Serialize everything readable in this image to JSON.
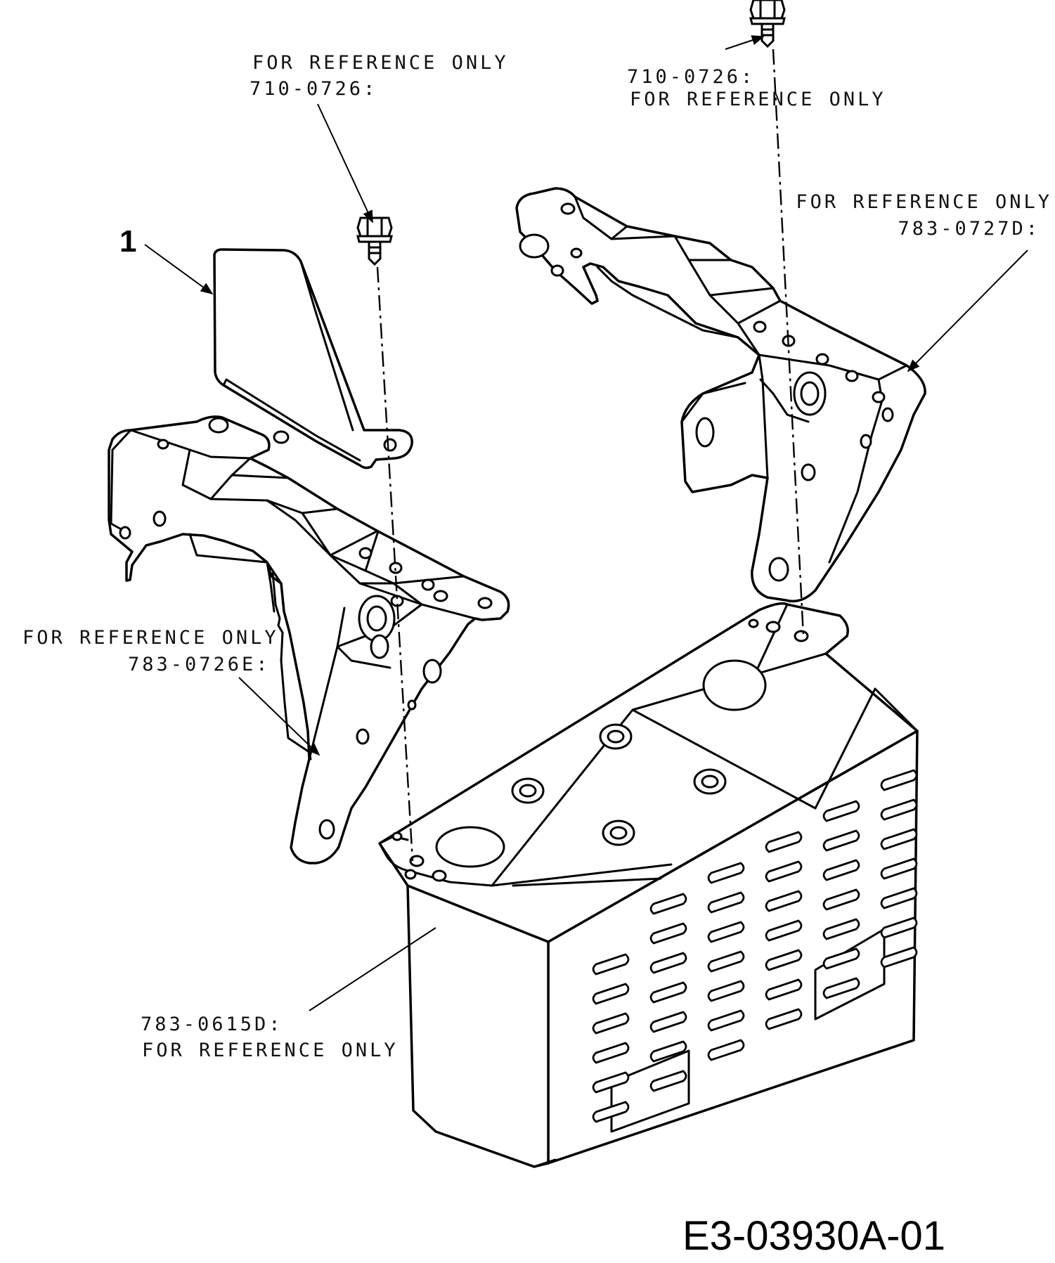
{
  "callouts": {
    "bolt_left_line1": "FOR REFERENCE ONLY",
    "bolt_left_line2": "710-0726:",
    "bolt_right_line1": "710-0726:",
    "bolt_right_line2": "FOR REFERENCE ONLY",
    "bracket_right_line1": "FOR REFERENCE ONLY",
    "bracket_right_line2": "783-0727D:",
    "bracket_left_line1": "FOR REFERENCE ONLY",
    "bracket_left_line2": "783-0726E:",
    "cover_line1": "783-0615D:",
    "cover_line2": "FOR REFERENCE ONLY"
  },
  "ref_number": "1",
  "diagram_id": "E3-03930A-01"
}
